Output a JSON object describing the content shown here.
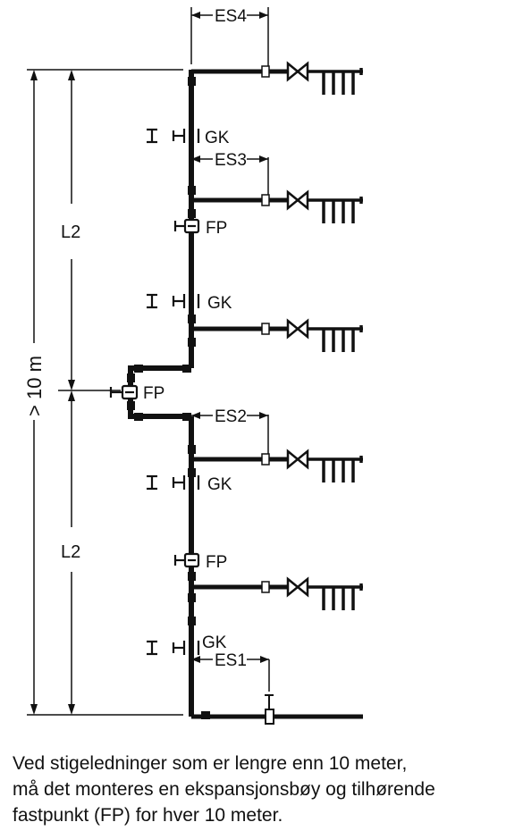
{
  "labels": {
    "es4": "ES4",
    "es3": "ES3",
    "es2": "ES2",
    "es1": "ES1",
    "gk": "GK",
    "fp": "FP",
    "l2": "L2",
    "height": "> 10 m"
  },
  "caption": {
    "line1": "Ved stigeledninger som er lengre enn 10 meter,",
    "line2": "må det monteres en ekspansjonsbøy og tilhørende",
    "line3": "fastpunkt (FP) for hver 10 meter."
  }
}
